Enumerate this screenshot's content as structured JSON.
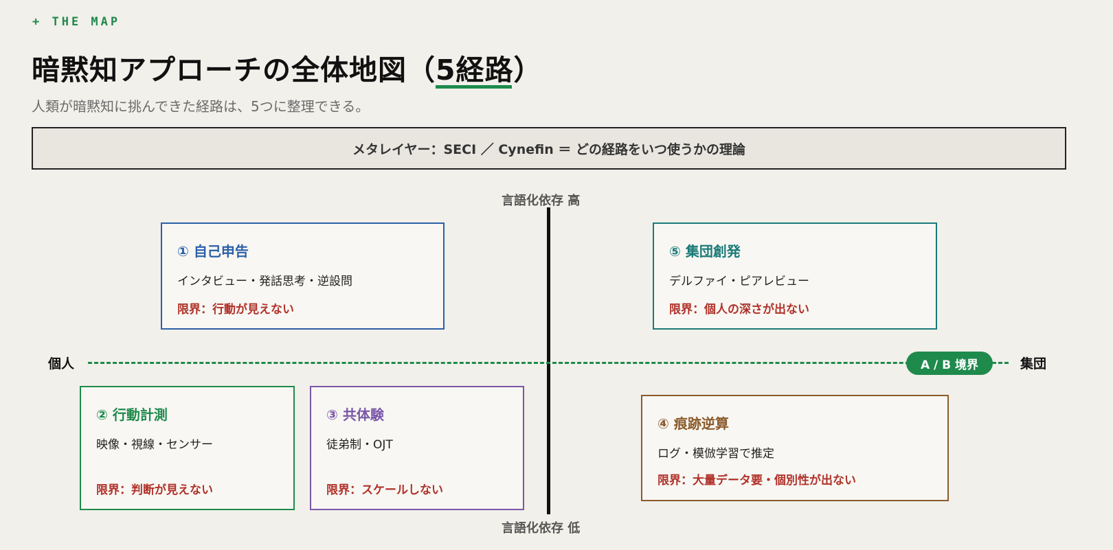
{
  "header": {
    "eyebrow": "+ THE MAP",
    "title": "暗黙知アプローチの全体地図（5経路）",
    "subtitle": "人類が暗黙知に挑んできた経路は、5つに整理できる。"
  },
  "meta_layer": {
    "text": "メタレイヤー：SECI ／ Cynefin ＝ どの経路をいつ使うかの理論"
  },
  "axes": {
    "vertical_top": "言語化依存 高",
    "vertical_bottom": "言語化依存 低",
    "horizontal_left": "個人",
    "horizontal_right": "集団",
    "boundary_badge": "A / B 境界"
  },
  "routes": [
    {
      "title": "① 自己申告",
      "methods": "インタビュー・発話思考・逆設問",
      "limit": "限界：行動が見えない",
      "color": "#2b5fa8"
    },
    {
      "title": "② 行動計測",
      "methods": "映像・視線・センサー",
      "limit": "限界：判断が見えない",
      "color": "#1e8a4c"
    },
    {
      "title": "③ 共体験",
      "methods": "徒弟制・OJT",
      "limit": "限界：スケールしない",
      "color": "#7a57a8"
    },
    {
      "title": "④ 痕跡逆算",
      "methods": "ログ・模倣学習で推定",
      "limit": "限界：大量データ要・個別性が出ない",
      "color": "#8b5a2b"
    },
    {
      "title": "⑤ 集団創発",
      "methods": "デルファイ・ピアレビュー",
      "limit": "限界：個人の深さが出ない",
      "color": "#1a7a78"
    }
  ],
  "colors": {
    "accent": "#1e8a4c",
    "limit_text": "#b0322a",
    "background": "#f2f0ea"
  }
}
